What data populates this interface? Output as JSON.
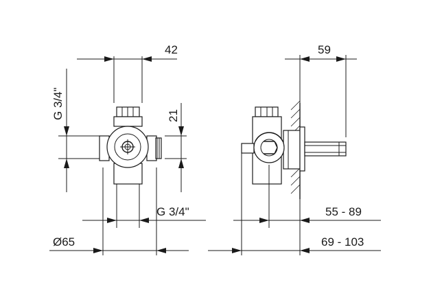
{
  "dimensions": {
    "front_width": "42",
    "front_height": "21",
    "front_inlet_thread": "G 3/4\"",
    "front_outlet_thread": "G 3/4\"",
    "front_diameter": "Ø65",
    "side_depth": "59",
    "side_range_inner": "55 - 89",
    "side_range_outer": "69 - 103"
  },
  "colors": {
    "line": "#1a1a1a",
    "background": "#ffffff"
  }
}
